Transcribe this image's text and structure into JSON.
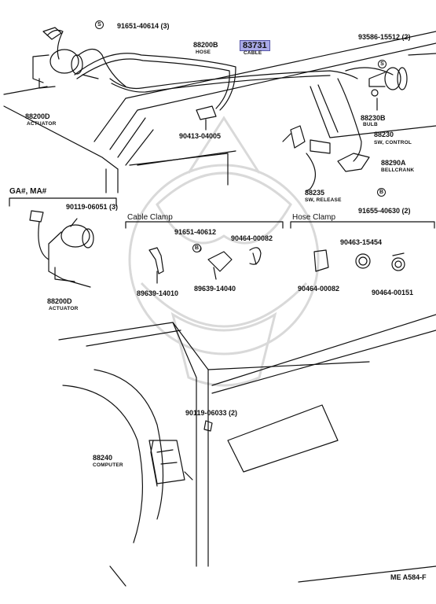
{
  "callouts": {
    "screw_top": "91651-40614 (3)",
    "hose_no": "88200B",
    "hose_name": "HOSE",
    "cable_no": "83731",
    "cable_name": "CABLE",
    "clip_top_right": "93586-15512 (2)",
    "actuator_top_no": "88200D",
    "actuator_top_name": "ACTUATOR",
    "clamp_bolt": "90413-04005",
    "bulb_no": "88230B",
    "bulb_name": "BULB",
    "control_sw_no": "88230",
    "control_sw_name": "SW, CONTROL",
    "bellcrank_no": "88290A",
    "bellcrank_name": "BELLCRANK",
    "release_sw_no": "88235",
    "release_sw_name": "SW, RELEASE",
    "bolt_b": "91655-40630 (2)",
    "variant_label": "GA#,  MA#",
    "variant_bolt": "90119-06051 (3)",
    "actuator_mid_no": "88200D",
    "actuator_mid_name": "ACTUATOR",
    "cable_clamp_section": "Cable Clamp",
    "cc_bolt": "91651-40612",
    "cc_clip_a": "90464-00082",
    "cc_clamp_1": "89639-14010",
    "cc_clamp_2": "89639-14040",
    "hose_clamp_section": "Hose Clamp",
    "hc_clamp_top": "90463-15454",
    "hc_clamp_1": "90464-00082",
    "hc_clamp_2": "90464-00151",
    "computer_bolt": "90119-06033 (2)",
    "computer_no": "88240",
    "computer_name": "COMPUTER",
    "circle_s": "S",
    "circle_b": "B"
  },
  "footer": {
    "code": "ME  A584-F"
  },
  "colors": {
    "ink": "#111111",
    "highlight": "#a9a9e6",
    "watermark": "#d8d8d8"
  }
}
